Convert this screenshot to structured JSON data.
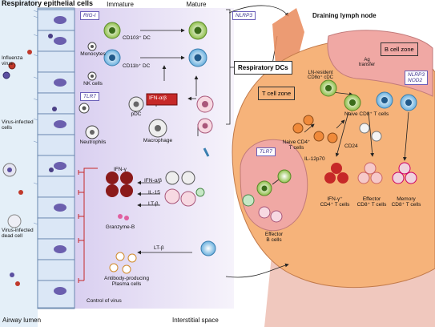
{
  "labels": {
    "resp_epithelial": "Respiratory epithelial cells",
    "immature": "Immature",
    "mature": "Mature",
    "nlrp3_top": "NLRP3",
    "rig_i": "RIG-I",
    "cd103": "CD103⁺ DC",
    "monocytes": "Monocytes",
    "cd11b": "CD11b⁺ DC",
    "nk_cells": "NK cells",
    "tlr7_left": "TLR7",
    "ifn_ab_box": "IFN-α/β",
    "pdc": "pDC",
    "neutrophils": "Neutrophils",
    "macrophage": "Macrophage",
    "respiratory_dcs": "Respiratory DCs",
    "draining_ln": "Draining lymph node",
    "b_cell_zone": "B cell zone",
    "ag_transfer": "Ag\ntransfer",
    "ln_resident": "LN-resident\nCD8α⁺ cDC",
    "nlrp3_nod2": "NLRP3\nNOD2",
    "t_cell_zone": "T cell zone",
    "naive_cd8": "Naive CD8⁺ T cells",
    "naive_cd4": "Naive CD4⁺\nT cells",
    "cd24": "CD24",
    "il12p70": "IL-12p70",
    "tlr7_right": "TLR7",
    "effector_b": "Effector\nB cells",
    "ifn_cd4": "IFN-γ⁺\nCD4⁺ T cells",
    "effector_cd8": "Effector\nCD8⁺ T cells",
    "memory_cd8": "Memory\nCD8⁺ T cells",
    "influenza": "Influenza\nvirus",
    "virus_infected": "Virus-infected\ncells",
    "virus_dead": "Virus-infected\ndead cell",
    "ifn_g": "IFN-γ",
    "granzyme": "Granzyme-B",
    "ifn_ab_mid": "IFN-α/β",
    "il15": "IL-15",
    "lt_b1": "LT-β",
    "lt_b2": "LT-β",
    "antibody": "Antibody-producing\nPlasma cells",
    "control": "Control of virus",
    "airway": "Airway lumen",
    "interstitial": "Interstitial space"
  },
  "colors": {
    "lymph_node": "#f6b37a",
    "b_zone": "#f0a8a4",
    "panel_left": "#e9e4f6",
    "airway_bg": "#d7e9f7",
    "accent_red": "#c62828"
  }
}
